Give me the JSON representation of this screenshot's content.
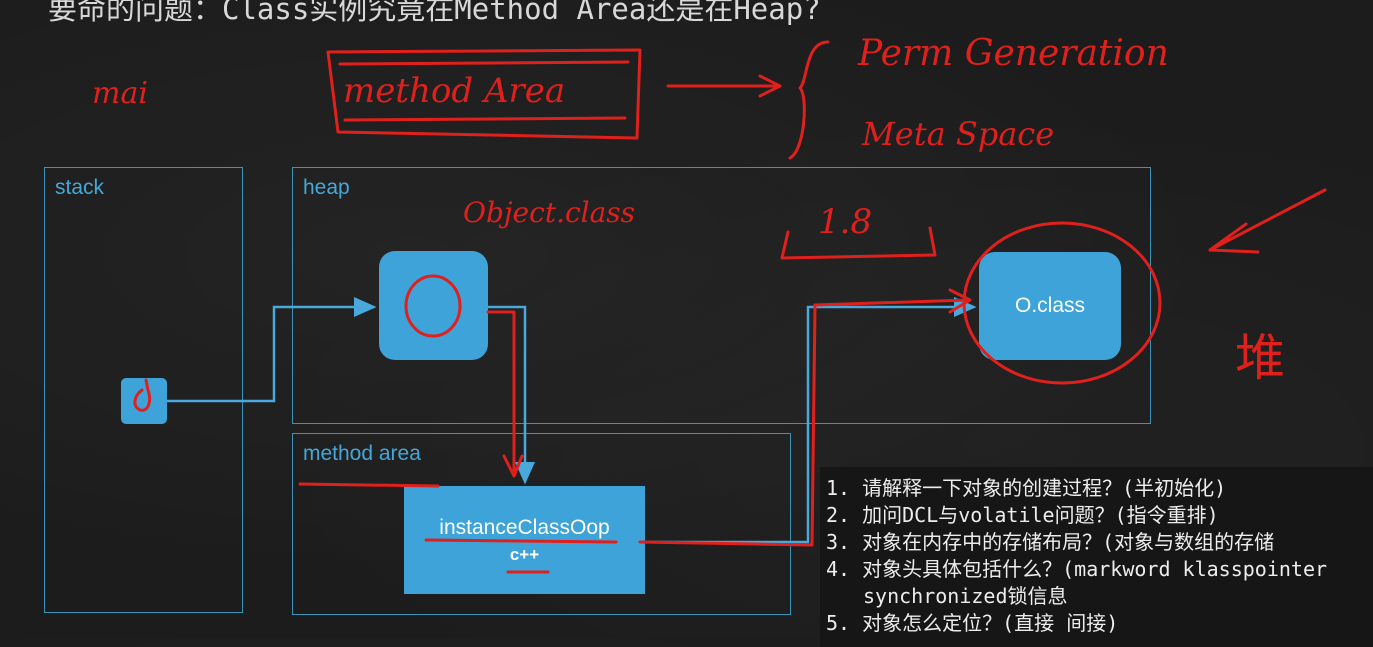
{
  "title": "要命的问题：Class实例究竟在Method Area还是在Heap?",
  "regions": {
    "stack": "stack",
    "heap": "heap",
    "method_area": "method area"
  },
  "boxes": {
    "object_box": "",
    "ref_box": "",
    "class_box": "O.class",
    "instance_box_title": "instanceClassOop",
    "instance_box_sub": "c++"
  },
  "annotations": {
    "method_area": "method Area",
    "perm_gen": "Perm Generation",
    "meta_space": "Meta Space",
    "object_class": "Object.class",
    "jdk18": "1.8",
    "mai": "mai",
    "dui": "堆"
  },
  "notes": [
    "1. 请解释一下对象的创建过程？(半初始化)",
    "2. 加问DCL与volatile问题？(指令重排)",
    "3. 对象在内存中的存储布局？(对象与数组的存储",
    "4. 对象头具体包括什么？(markword klasspointer",
    "synchronized锁信息",
    "5. 对象怎么定位？(直接 间接)"
  ],
  "colors": {
    "background": "#1c1c1c",
    "region_border": "#3d92b8",
    "region_label": "#45a7d9",
    "box_fill": "#3ea3d8",
    "arrow_blue": "#4aa9dc",
    "ink_red": "#e0201c"
  }
}
